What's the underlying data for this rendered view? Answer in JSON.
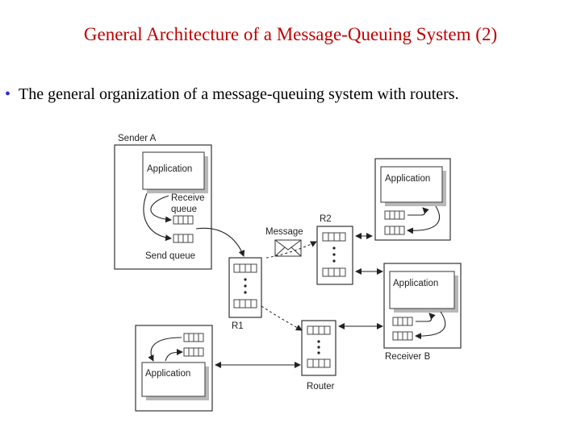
{
  "slide": {
    "title": "General Architecture of a Message-Queuing System (2)",
    "bullet": "The general organization of a message-queuing system with routers."
  },
  "diagram": {
    "sender_label": "Sender A",
    "application_label": "Application",
    "receive_queue_line1": "Receive",
    "receive_queue_line2": "queue",
    "send_queue_label": "Send queue",
    "message_label": "Message",
    "r1_label": "R1",
    "r2_label": "R2",
    "router_label": "Router",
    "receiver_label": "Receiver B"
  },
  "colors": {
    "title": "#c00000",
    "bullet": "#2a2ae0",
    "text": "#000000"
  }
}
